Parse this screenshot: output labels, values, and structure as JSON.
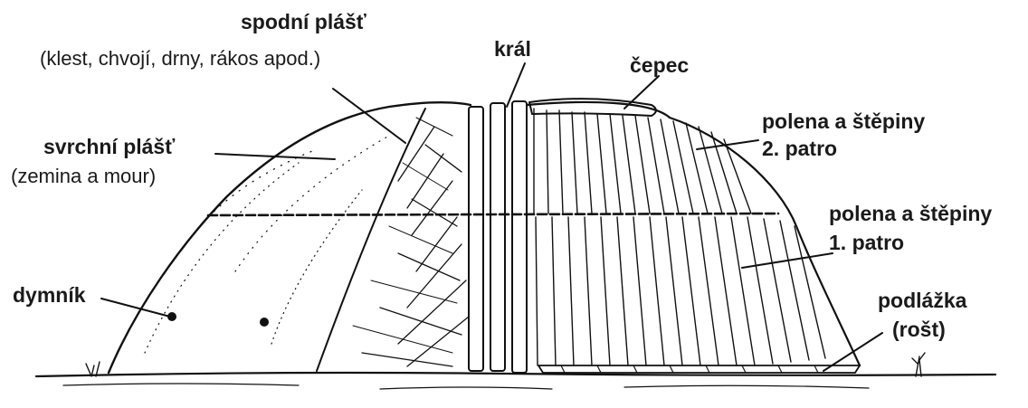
{
  "labels": {
    "spodni_plast_title": "spodní plášť",
    "spodni_plast_note": "(klest, chvojí, drny, rákos apod.)",
    "kral": "král",
    "cepec": "čepec",
    "svrchni_plast_title": "svrchní plášť",
    "svrchni_plast_note": "(zemina a mour)",
    "polena_2_title": "polena a štěpiny",
    "polena_2_floor": "2. patro",
    "polena_1_title": "polena a štěpiny",
    "polena_1_floor": "1. patro",
    "dymnik": "dymník",
    "podlazka_title": "podlážka",
    "podlazka_note": "(rošt)"
  },
  "colors": {
    "ink": "#111111",
    "background": "#ffffff"
  }
}
